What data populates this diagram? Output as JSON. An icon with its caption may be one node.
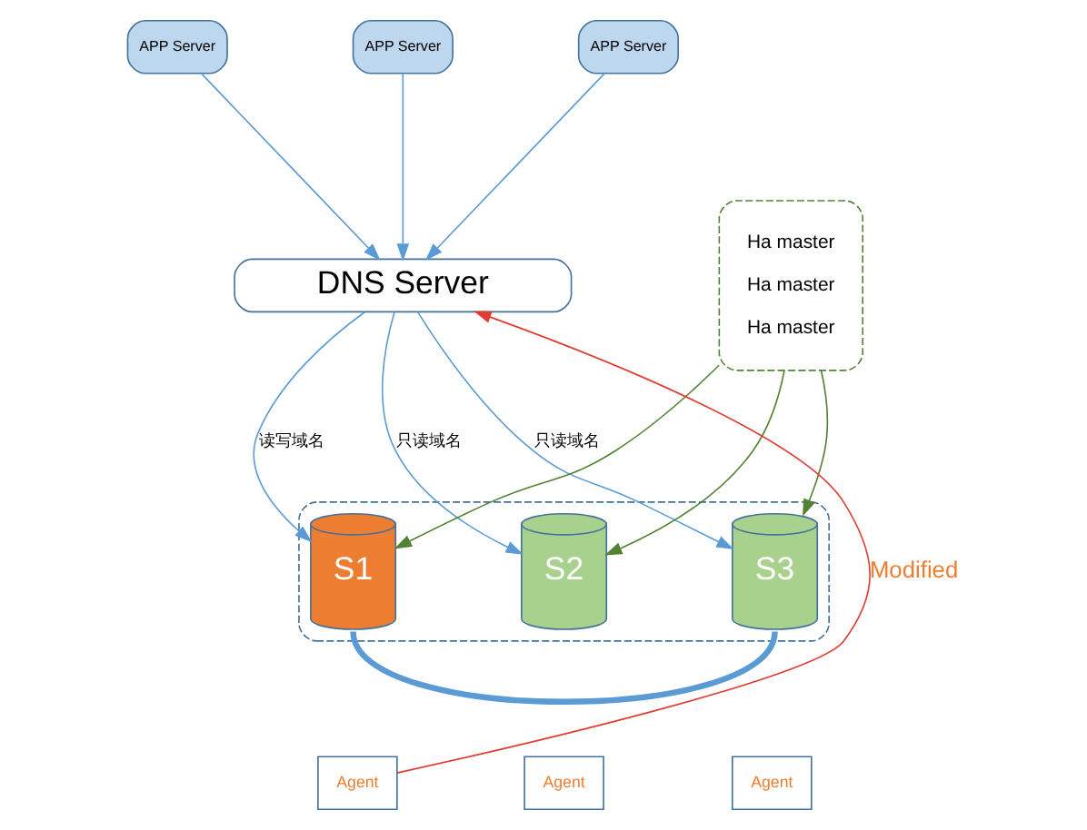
{
  "diagram": {
    "nodes": [
      {
        "text": [
          "APP Server"
        ]
      },
      {
        "text": [
          "APP Server"
        ]
      },
      {
        "text": [
          "APP Server"
        ]
      },
      {
        "text": [
          "DNS Server"
        ]
      },
      {
        "text": [],
        "shape": "box"
      },
      {
        "text": [
          "S1"
        ],
        "in": 4
      },
      {
        "text": [
          "S2"
        ],
        "in": 4
      },
      {
        "text": [
          "S3"
        ],
        "in": 4
      },
      {
        "text": [
          "Ha master",
          "Ha master",
          "Ha master"
        ]
      },
      {
        "text": [
          "Agent"
        ]
      },
      {
        "text": [
          "Agent"
        ]
      },
      {
        "text": [
          "Agent"
        ]
      }
    ],
    "edges": [
      {
        "from": 0,
        "to": 3,
        "arrow": "to"
      },
      {
        "from": 1,
        "to": 3,
        "arrow": "to"
      },
      {
        "from": 2,
        "to": 3,
        "arrow": "to"
      },
      {
        "from": 3,
        "to": 5,
        "arrow": "to",
        "label": "读写域名"
      },
      {
        "from": 3,
        "to": 6,
        "arrow": "to",
        "label": "只读域名"
      },
      {
        "from": 3,
        "to": 7,
        "arrow": "to",
        "label": "只读域名"
      },
      {
        "from": 5,
        "to": 7,
        "arrow": "none",
        "style": "thick"
      },
      {
        "from": 8,
        "to": 5,
        "arrow": "to",
        "color": "#548235"
      },
      {
        "from": 8,
        "to": 6,
        "arrow": "to",
        "color": "#548235"
      },
      {
        "from": 8,
        "to": 7,
        "arrow": "to",
        "color": "#548235"
      },
      {
        "from": 9,
        "to": 3,
        "arrow": "to",
        "color": "#e03c31",
        "label": "Modified"
      }
    ]
  }
}
